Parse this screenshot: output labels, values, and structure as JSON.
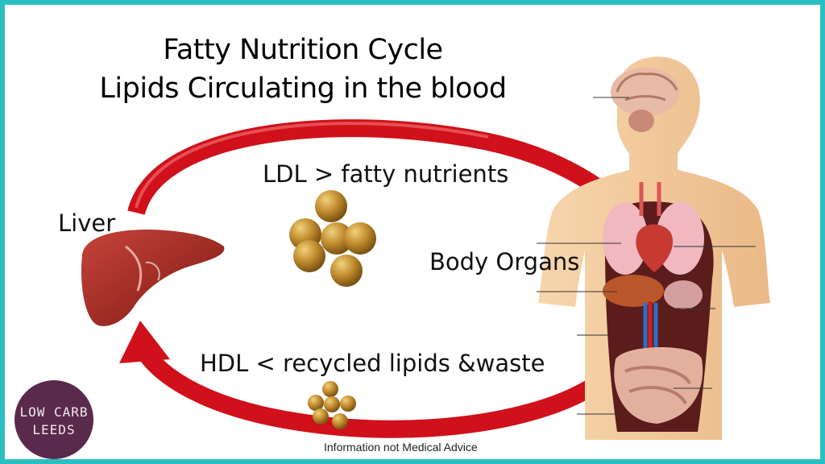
{
  "title": {
    "line1": "Fatty Nutrition Cycle",
    "line2": "Lipids Circulating in the blood"
  },
  "labels": {
    "liver": "Liver",
    "organs": "Body Organs",
    "ldl": "LDL  > fatty nutrients",
    "hdl": "HDL  < recycled lipids &waste"
  },
  "disclaimer": "Information not Medical Advice",
  "logo": {
    "line1": "LOW CARB",
    "line2": "LEEDS"
  },
  "colors": {
    "border": "#2bbfc4",
    "arrow": "#d0101a",
    "lipid": "#c08a2e",
    "liver": "#9a2a22",
    "body": "#f2c89a",
    "logo": "#5a2a4c"
  }
}
